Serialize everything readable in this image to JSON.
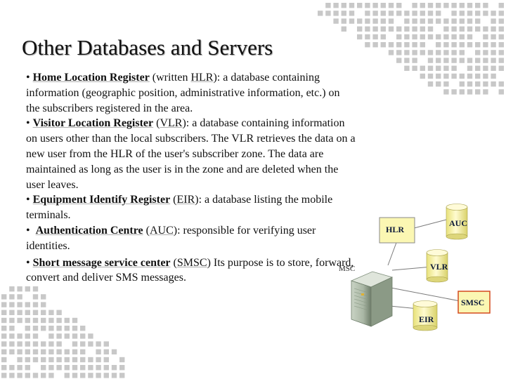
{
  "title": "Other Databases and Servers",
  "bullets": [
    {
      "marker": "•",
      "term": "Home Location Register",
      "pre_acr": " (written ",
      "acr": "HLR",
      "post": "): a database containing information (geographic position, administrative information, etc.) on the subscribers registered in the area."
    },
    {
      "marker": "•",
      "term": "Visitor Location Register",
      "pre_acr": " (",
      "acr": "VLR",
      "post": "): a database containing information on users other than the local subscribers. The VLR retrieves the data on a new user from the HLR of the user's subscriber zone. The data are maintained as long as the user is in the zone and are deleted when the user leaves."
    },
    {
      "marker": "•",
      "term": "Equipment Identify Register",
      "pre_acr": " (",
      "acr": "EIR",
      "post": "): a database listing the mobile terminals."
    },
    {
      "marker": "•",
      "term": "Authentication Centre",
      "pre_acr": " (",
      "acr": "AUC",
      "post": "): responsible for verifying user identities."
    },
    {
      "marker": "•",
      "term": "Short message service center",
      "pre_acr": " (",
      "acr": "SMSC",
      "post": ") Its purpose is to store, forward, convert and deliver SMS messages."
    }
  ],
  "diagram": {
    "msc": "MSC",
    "hlr": "HLR",
    "auc": "AUC",
    "vlr": "VLR",
    "smsc": "SMSC",
    "eir": "EIR"
  },
  "colors": {
    "background": "#ffffff",
    "text": "#111111",
    "box_fill": "#fbf7b3",
    "smsc_border": "#d44a1e",
    "server": "#7f8f7c",
    "dot_grid": "#c8c8c8"
  }
}
